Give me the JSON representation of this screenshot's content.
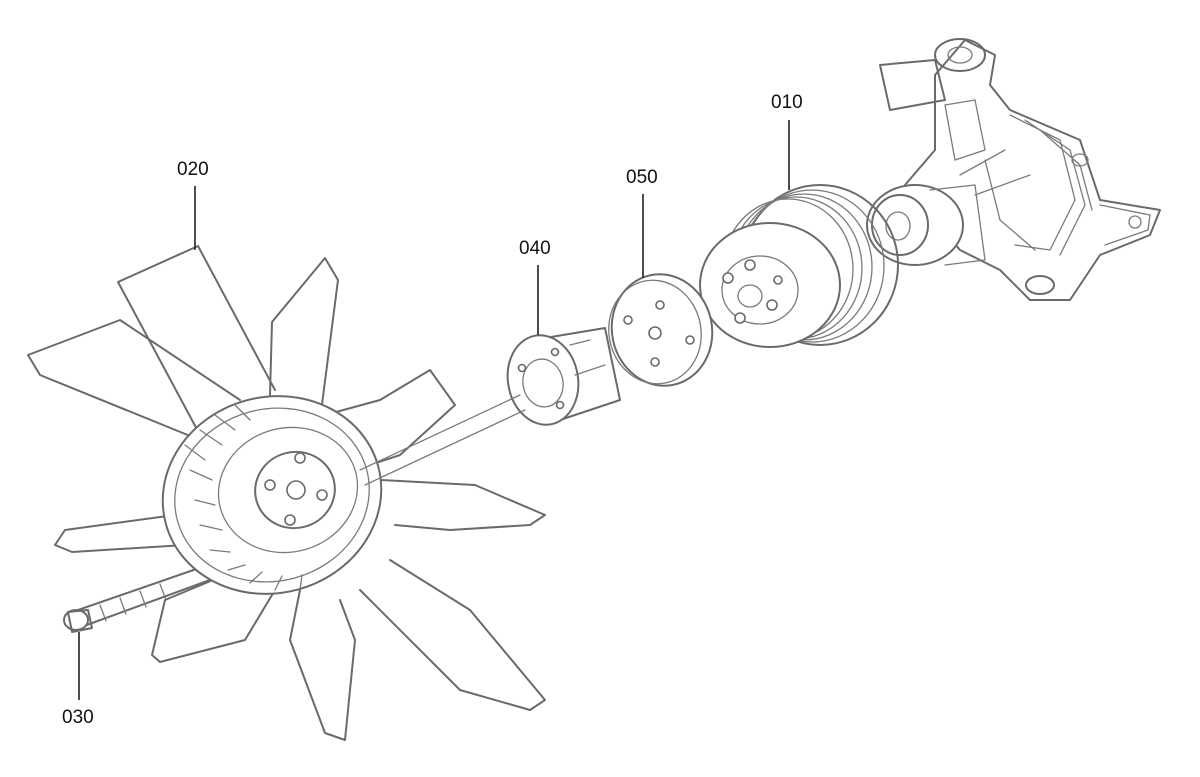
{
  "callouts": [
    {
      "id": "010",
      "label": "010",
      "part": "fan-pulley"
    },
    {
      "id": "020",
      "label": "020",
      "part": "cooling-fan"
    },
    {
      "id": "030",
      "label": "030",
      "part": "bolt"
    },
    {
      "id": "040",
      "label": "040",
      "part": "spacer"
    },
    {
      "id": "050",
      "label": "050",
      "part": "plate"
    }
  ],
  "colors": {
    "background": "#ffffff",
    "line_art": "#6a6a6a",
    "leader_line": "#222222",
    "label_text": "#111111"
  }
}
